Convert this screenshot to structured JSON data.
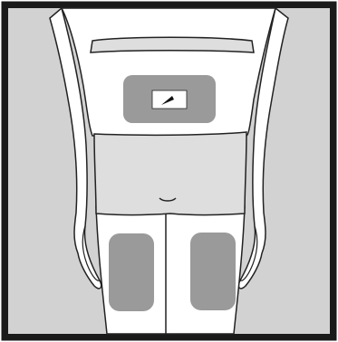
{
  "diagram": {
    "subject": "injection-site-illustration-back-view",
    "colors": {
      "frame": "#1a1a1a",
      "background": "#d2d2d2",
      "skin": "#ffffff",
      "clothing": "#dedede",
      "site": "#9a9a9a",
      "line": "#222222"
    },
    "sites": [
      "upper-buttock-site",
      "left-thigh-back-site",
      "right-thigh-back-site"
    ]
  }
}
